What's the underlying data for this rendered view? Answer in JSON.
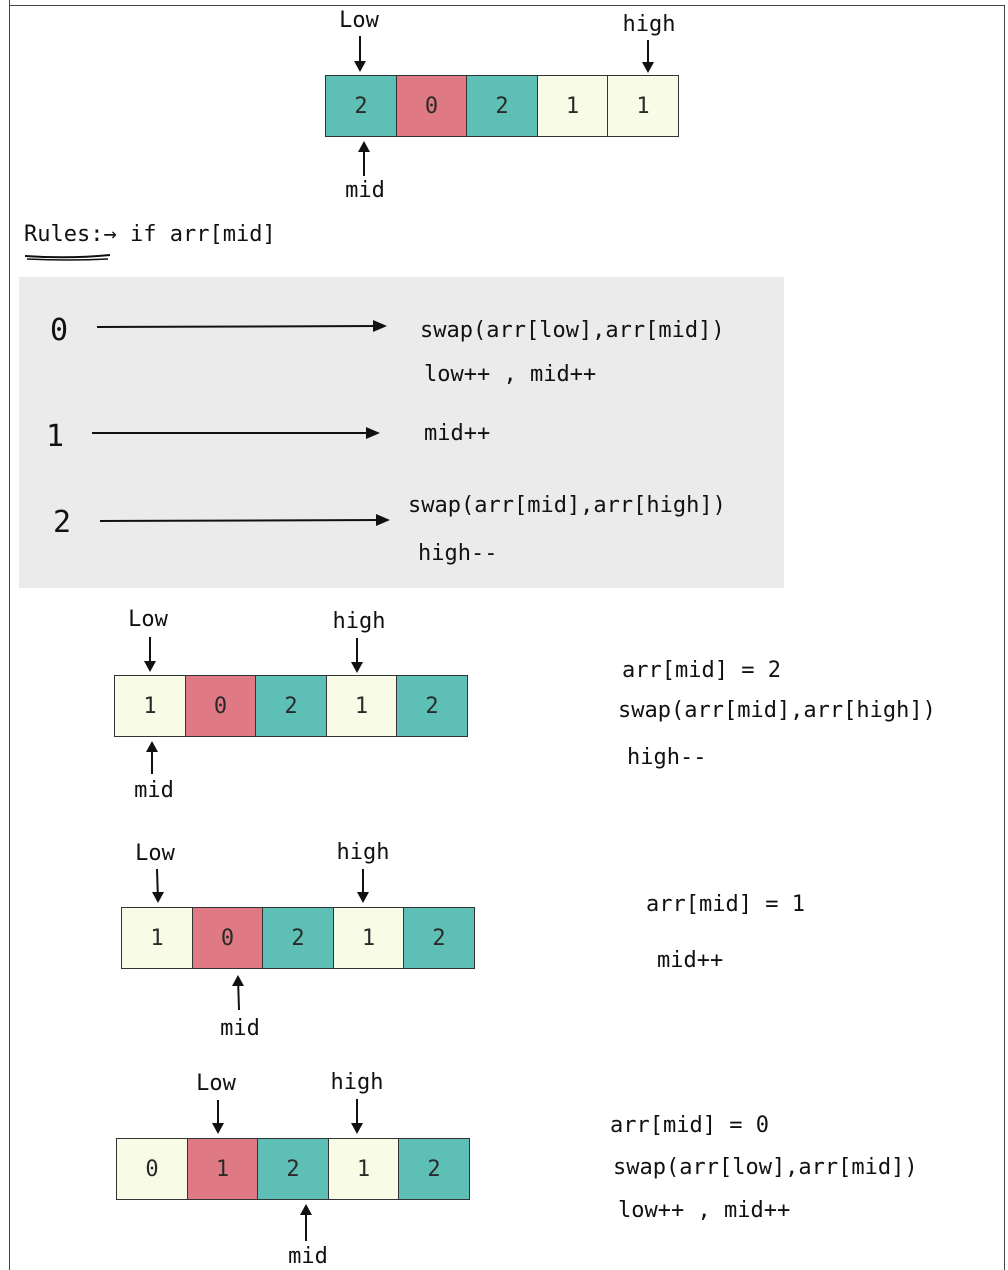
{
  "colors": {
    "teal": "#5dbfb5",
    "red": "#df7a84",
    "cream": "#f8fbe5",
    "box_bg": "#ebebeb"
  },
  "initial": {
    "cells": [
      {
        "value": "2",
        "color": "teal"
      },
      {
        "value": "0",
        "color": "red"
      },
      {
        "value": "2",
        "color": "teal"
      },
      {
        "value": "1",
        "color": "cream"
      },
      {
        "value": "1",
        "color": "cream"
      }
    ],
    "low_label": "Low",
    "high_label": "high",
    "mid_label": "mid"
  },
  "rules": {
    "title": "Rules:",
    "condition": "if arr[mid]",
    "cases": [
      {
        "key": "0",
        "lines": [
          "swap(arr[low],arr[mid])",
          "low++ , mid++"
        ]
      },
      {
        "key": "1",
        "lines": [
          "mid++"
        ]
      },
      {
        "key": "2",
        "lines": [
          "swap(arr[mid],arr[high])",
          "high--"
        ]
      }
    ]
  },
  "steps": [
    {
      "cells": [
        {
          "value": "1",
          "color": "cream"
        },
        {
          "value": "0",
          "color": "red"
        },
        {
          "value": "2",
          "color": "teal"
        },
        {
          "value": "1",
          "color": "cream"
        },
        {
          "value": "2",
          "color": "teal"
        }
      ],
      "low_label": "Low",
      "high_label": "high",
      "mid_label": "mid",
      "notes": [
        "arr[mid] = 2",
        "swap(arr[mid],arr[high])",
        "high--"
      ]
    },
    {
      "cells": [
        {
          "value": "1",
          "color": "cream"
        },
        {
          "value": "0",
          "color": "red"
        },
        {
          "value": "2",
          "color": "teal"
        },
        {
          "value": "1",
          "color": "cream"
        },
        {
          "value": "2",
          "color": "teal"
        }
      ],
      "low_label": "Low",
      "high_label": "high",
      "mid_label": "mid",
      "notes": [
        "arr[mid] = 1",
        "mid++"
      ]
    },
    {
      "cells": [
        {
          "value": "0",
          "color": "cream"
        },
        {
          "value": "1",
          "color": "red"
        },
        {
          "value": "2",
          "color": "teal"
        },
        {
          "value": "1",
          "color": "cream"
        },
        {
          "value": "2",
          "color": "teal"
        }
      ],
      "low_label": "Low",
      "high_label": "high",
      "mid_label": "mid",
      "notes": [
        "arr[mid] = 0",
        "swap(arr[low],arr[mid])",
        "low++ , mid++"
      ]
    }
  ]
}
